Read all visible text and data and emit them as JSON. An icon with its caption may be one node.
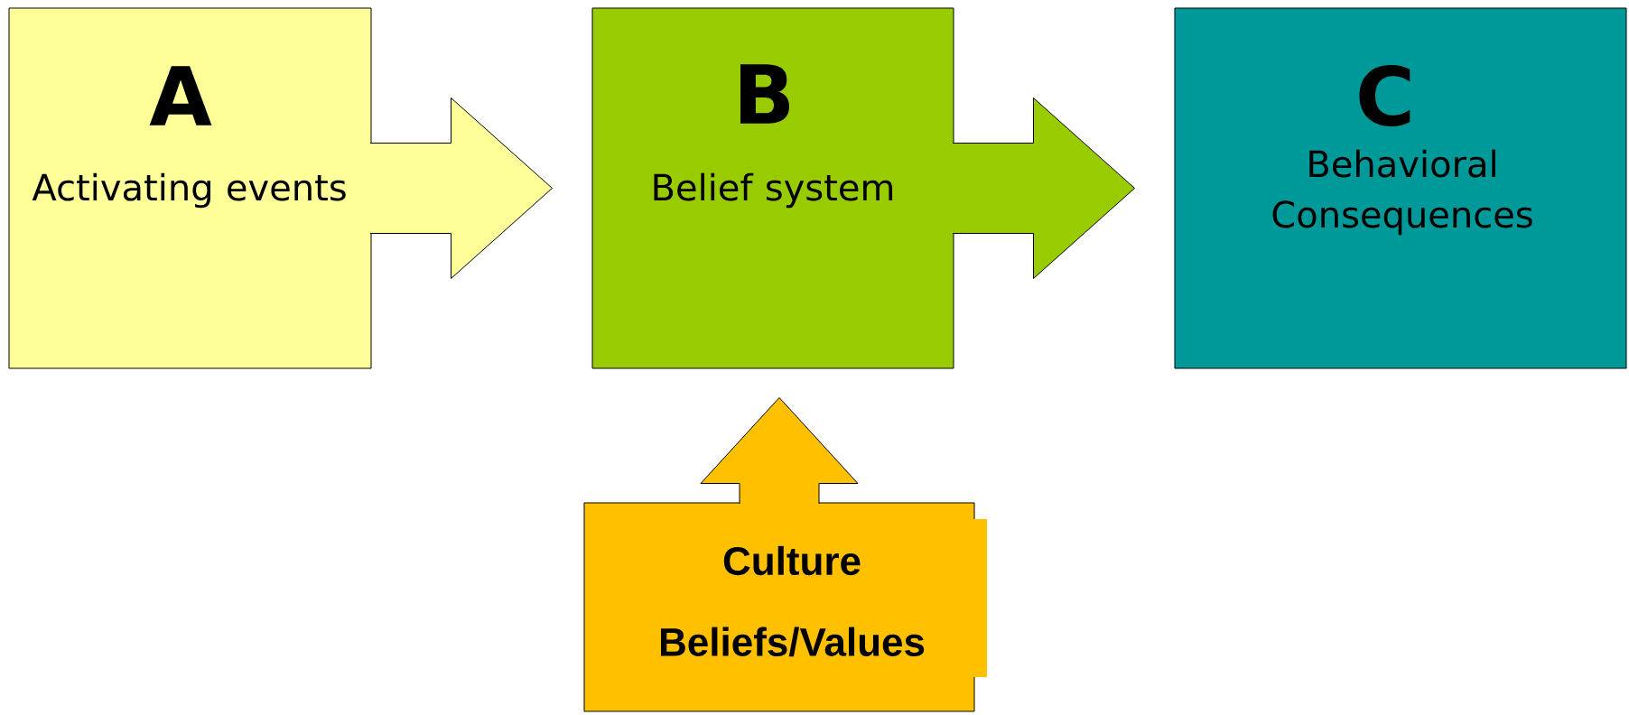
{
  "diagram": {
    "nodes": [
      {
        "text": [
          "A",
          "Activating events"
        ]
      },
      {
        "text": [
          "B",
          "Belief system"
        ]
      },
      {
        "text": [
          "C",
          "Behavioral Consequences"
        ]
      },
      {
        "text": [
          "Culture",
          "Beliefs/Values"
        ]
      }
    ],
    "edges": [
      {
        "from": 0,
        "to": 1,
        "arrow": "to"
      },
      {
        "from": 1,
        "to": 2,
        "arrow": "to"
      },
      {
        "from": 3,
        "to": 1,
        "arrow": "to"
      }
    ]
  }
}
